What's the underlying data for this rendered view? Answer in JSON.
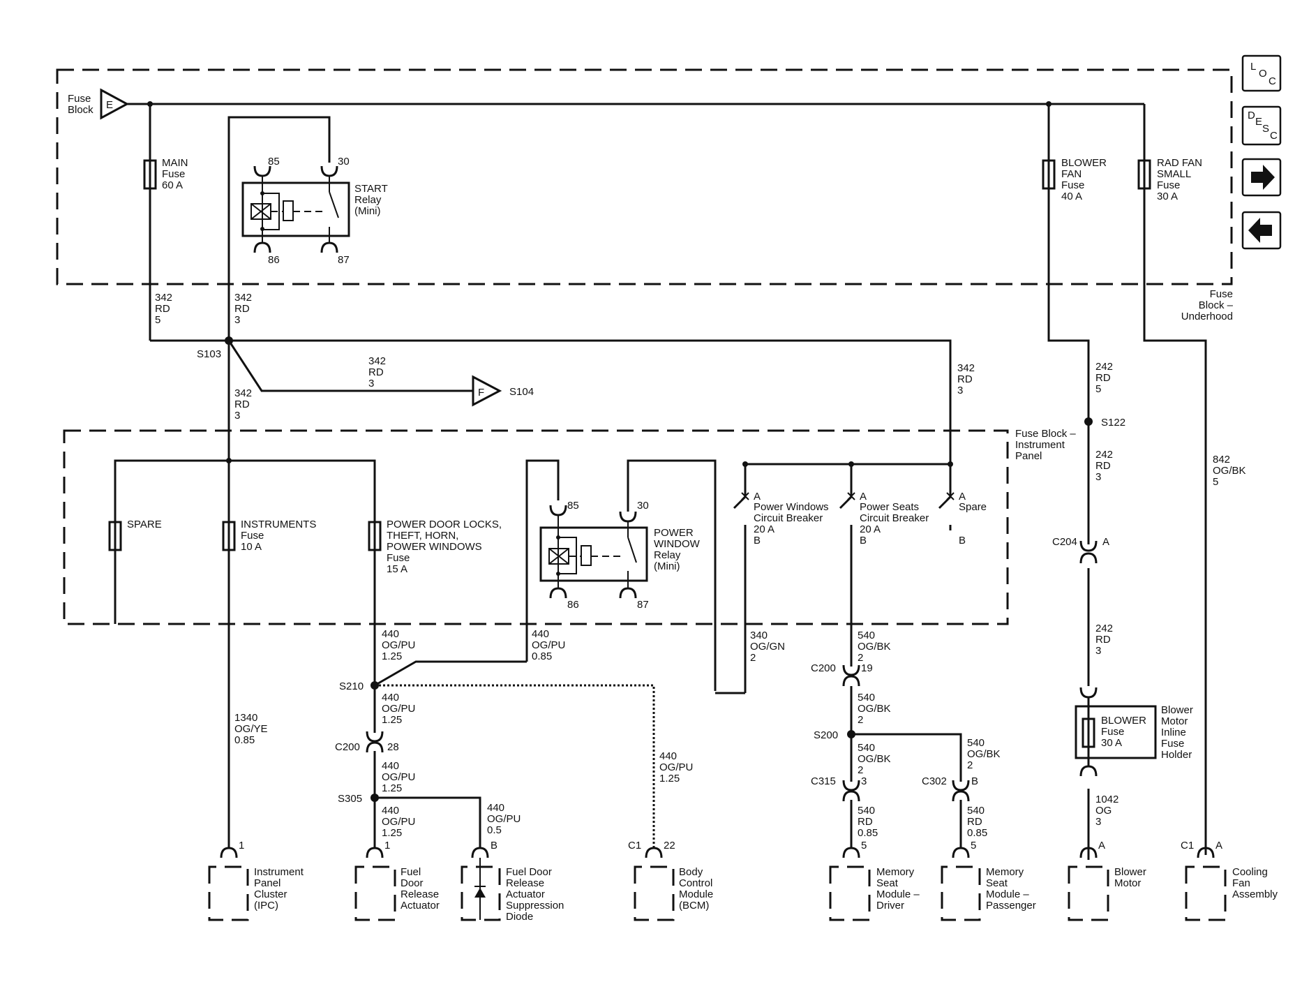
{
  "sources": {
    "fuse_block_e": {
      "letter": "E",
      "label1": "Fuse",
      "label2": "Block"
    },
    "s104": {
      "letter": "F",
      "label": "S104"
    }
  },
  "underhood": {
    "label1": "Fuse",
    "label2": "Block –",
    "label3": "Underhood"
  },
  "ip_block": {
    "label1": "Fuse Block –",
    "label2": "Instrument",
    "label3": "Panel"
  },
  "fuses": {
    "main": {
      "l1": "MAIN",
      "l2": "Fuse",
      "l3": "60 A"
    },
    "blower": {
      "l1": "BLOWER",
      "l2": "FAN",
      "l3": "Fuse",
      "l4": "40 A"
    },
    "radfan": {
      "l1": "RAD FAN",
      "l2": "SMALL",
      "l3": "Fuse",
      "l4": "30 A"
    },
    "spare": {
      "l1": "SPARE"
    },
    "instruments": {
      "l1": "INSTRUMENTS",
      "l2": "Fuse",
      "l3": "10 A"
    },
    "pdl": {
      "l1": "POWER DOOR LOCKS,",
      "l2": "THEFT, HORN,",
      "l3": "POWER WINDOWS",
      "l4": "Fuse",
      "l5": "15 A"
    },
    "inline": {
      "l1": "BLOWER",
      "l2": "Fuse",
      "l3": "30 A",
      "h1": "Blower",
      "h2": "Motor",
      "h3": "Inline",
      "h4": "Fuse",
      "h5": "Holder"
    }
  },
  "relays": {
    "start": {
      "l1": "START",
      "l2": "Relay",
      "l3": "(Mini)",
      "p85": "85",
      "p30": "30",
      "p86": "86",
      "p87": "87"
    },
    "pwr": {
      "l1": "POWER",
      "l2": "WINDOW",
      "l3": "Relay",
      "l4": "(Mini)",
      "p85": "85",
      "p30": "30",
      "p86": "86",
      "p87": "87"
    }
  },
  "breakers": {
    "pw": {
      "a": "A",
      "l1": "Power Windows",
      "l2": "Circuit Breaker",
      "l3": "20 A",
      "b": "B"
    },
    "ps": {
      "a": "A",
      "l1": "Power Seats",
      "l2": "Circuit Breaker",
      "l3": "20 A",
      "b": "B"
    },
    "sp": {
      "a": "A",
      "l1": "Spare",
      "b": "B"
    }
  },
  "splices": {
    "s103": "S103",
    "s122": "S122",
    "s210": "S210",
    "s305": "S305",
    "s200": "S200"
  },
  "connectors": {
    "c204": "C204",
    "c204_pin": "A",
    "c200a": "C200",
    "c200a_pin": "28",
    "c200b": "C200",
    "c200b_pin": "19",
    "c315": "C315",
    "c315_pin": "3",
    "c302": "C302",
    "c302_pin": "B",
    "c1_bcm": "C1",
    "c1_bcm_pin": "22",
    "c1_fan": "C1",
    "c1_fan_pin": "A"
  },
  "wires": {
    "w1": [
      "342",
      "RD",
      "5"
    ],
    "w2": [
      "342",
      "RD",
      "3"
    ],
    "w3": [
      "342",
      "RD",
      "3"
    ],
    "w4": [
      "342",
      "RD",
      "3"
    ],
    "w5": [
      "342",
      "RD",
      "3"
    ],
    "w6": [
      "242",
      "RD",
      "5"
    ],
    "w7": [
      "242",
      "RD",
      "3"
    ],
    "w8": [
      "242",
      "RD",
      "3"
    ],
    "w9": [
      "842",
      "OG/BK",
      "5"
    ],
    "w10": [
      "440",
      "OG/PU",
      "1.25"
    ],
    "w11": [
      "440",
      "OG/PU",
      "0.85"
    ],
    "w12": [
      "340",
      "OG/GN",
      "2"
    ],
    "w13": [
      "540",
      "OG/BK",
      "2"
    ],
    "w14": [
      "1340",
      "OG/YE",
      "0.85"
    ],
    "w15": [
      "440",
      "OG/PU",
      "1.25"
    ],
    "w16": [
      "440",
      "OG/PU",
      "1.25"
    ],
    "w17": [
      "440",
      "OG/PU",
      "1.25"
    ],
    "w18": [
      "440",
      "OG/PU",
      "1.25"
    ],
    "w19": [
      "440",
      "OG/PU",
      "0.5"
    ],
    "w20": [
      "540",
      "OG/BK",
      "2"
    ],
    "w21": [
      "540",
      "OG/BK",
      "2"
    ],
    "w22": [
      "540",
      "OG/BK",
      "2"
    ],
    "w23": [
      "540",
      "RD",
      "0.85"
    ],
    "w24": [
      "540",
      "RD",
      "0.85"
    ],
    "w25": [
      "1042",
      "OG",
      "3"
    ]
  },
  "components": {
    "ipc": {
      "pin": "1",
      "l1": "Instrument",
      "l2": "Panel",
      "l3": "Cluster",
      "l4": "(IPC)"
    },
    "fdra": {
      "pin": "1",
      "l1": "Fuel",
      "l2": "Door",
      "l3": "Release",
      "l4": "Actuator"
    },
    "diode": {
      "pin": "B",
      "l1": "Fuel Door",
      "l2": "Release",
      "l3": "Actuator",
      "l4": "Suppression",
      "l5": "Diode"
    },
    "bcm": {
      "l1": "Body",
      "l2": "Control",
      "l3": "Module",
      "l4": "(BCM)"
    },
    "msd": {
      "pin": "5",
      "l1": "Memory",
      "l2": "Seat",
      "l3": "Module –",
      "l4": "Driver"
    },
    "msp": {
      "pin": "5",
      "l1": "Memory",
      "l2": "Seat",
      "l3": "Module –",
      "l4": "Passenger"
    },
    "blower": {
      "pin": "A",
      "l1": "Blower",
      "l2": "Motor"
    },
    "fan": {
      "l1": "Cooling",
      "l2": "Fan",
      "l3": "Assembly"
    }
  },
  "nav": {
    "loc": [
      "L",
      "O",
      "C"
    ],
    "desc": [
      "D",
      "E",
      "S",
      "C"
    ]
  }
}
